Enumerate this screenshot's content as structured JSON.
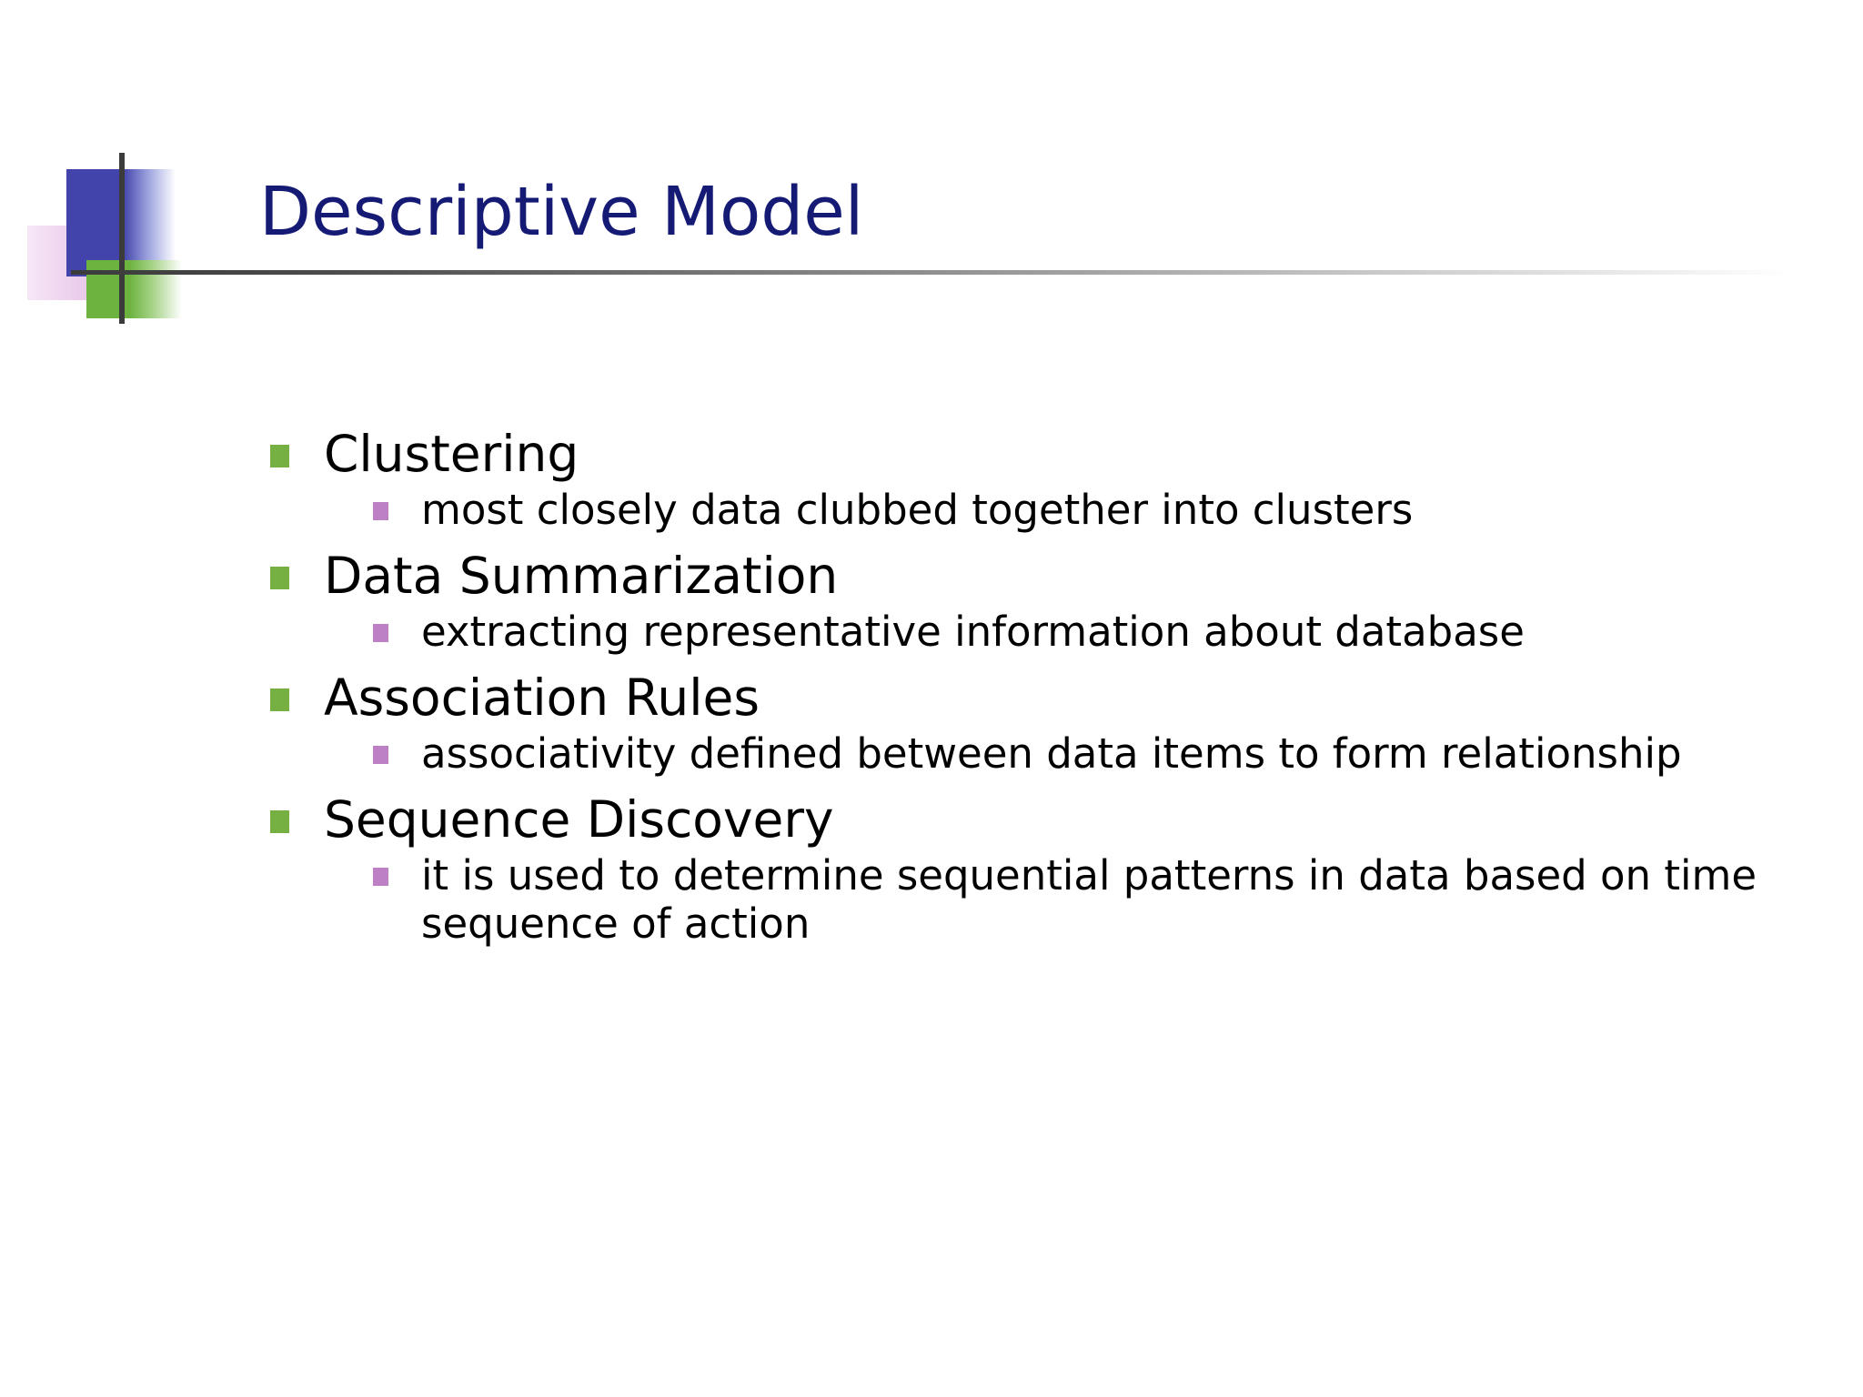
{
  "slide": {
    "title": "Descriptive Model",
    "title_color": "#151b75",
    "background_color": "#ffffff",
    "body_text_color": "#000000",
    "level1_bullet_color": "#76b043",
    "level2_bullet_color": "#bd80c4",
    "decoration": {
      "blue_square_color": "#4243ab",
      "green_square_color": "#6cb33f",
      "pink_square_color": "#e0b3e0",
      "rule_color": "#3b3b3b"
    },
    "content": [
      {
        "heading": "Clustering",
        "details": [
          "most closely data clubbed together into clusters"
        ]
      },
      {
        "heading": "Data Summarization",
        "details": [
          "extracting representative information about database"
        ]
      },
      {
        "heading": "Association Rules",
        "details": [
          "associativity defined between data items to form relationship"
        ]
      },
      {
        "heading": "Sequence Discovery",
        "details": [
          "it is used to determine sequential patterns in data based on time sequence of action"
        ]
      }
    ]
  }
}
